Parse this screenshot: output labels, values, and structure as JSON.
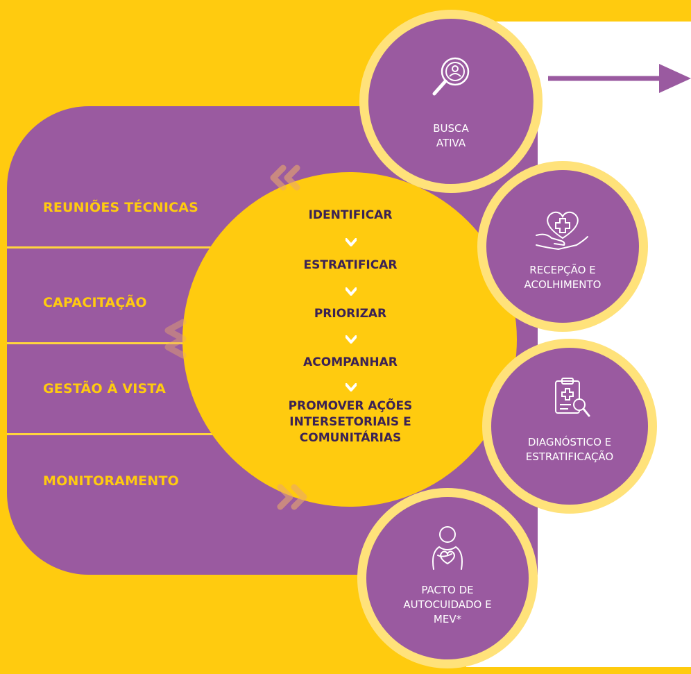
{
  "left_panel": {
    "rows": [
      {
        "label": "REUNIÕES TÉCNICAS"
      },
      {
        "label": "CAPACITAÇÃO"
      },
      {
        "label": "GESTÃO À VISTA"
      },
      {
        "label": "MONITORAMENTO"
      }
    ]
  },
  "center_circle": {
    "steps": [
      {
        "label": "IDENTIFICAR"
      },
      {
        "label": "ESTRATIFICAR"
      },
      {
        "label": "PRIORIZAR"
      },
      {
        "label": "ACOMPANHAR"
      },
      {
        "label": "PROMOVER AÇÕES\nINTERSETORIAIS E\nCOMUNITÁRIAS"
      }
    ]
  },
  "nodes": [
    {
      "label": "BUSCA\nATIVA",
      "icon": "magnifier-person-icon"
    },
    {
      "label": "RECEPÇÃO E\nACOLHIMENTO",
      "icon": "hand-heart-cross-icon"
    },
    {
      "label": "DIAGNÓSTICO E\nESTRATIFICAÇÃO",
      "icon": "clipboard-magnifier-icon"
    },
    {
      "label": "PACTO DE\nAUTOCUIDADO E\nMEV*",
      "icon": "person-hug-heart-icon"
    }
  ],
  "colors": {
    "background": "#FFCB0F",
    "purple": "#9A5AA0",
    "node_ring": "#FFE27A",
    "text_dark": "#3B2254",
    "text_yellow": "#FFCB0F"
  }
}
